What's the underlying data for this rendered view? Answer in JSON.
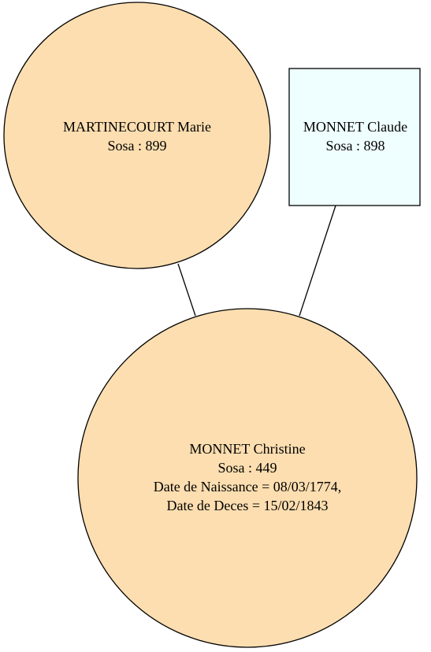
{
  "diagram": {
    "nodes": [
      {
        "id": "martinecourt-marie",
        "shape": "circle",
        "fill": "#fddeb0",
        "lines": [
          "MARTINECOURT Marie",
          "Sosa : 899"
        ]
      },
      {
        "id": "monnet-claude",
        "shape": "box",
        "fill": "#efffff",
        "lines": [
          "MONNET Claude",
          "Sosa : 898"
        ]
      },
      {
        "id": "monnet-christine",
        "shape": "circle",
        "fill": "#fddeb0",
        "lines": [
          "MONNET Christine",
          "Sosa : 449",
          "Date de Naissance = 08/03/1774,",
          "Date de Deces = 15/02/1843"
        ]
      }
    ],
    "edges": [
      {
        "from": "martinecourt-marie",
        "to": "monnet-christine"
      },
      {
        "from": "monnet-claude",
        "to": "monnet-christine"
      }
    ]
  }
}
